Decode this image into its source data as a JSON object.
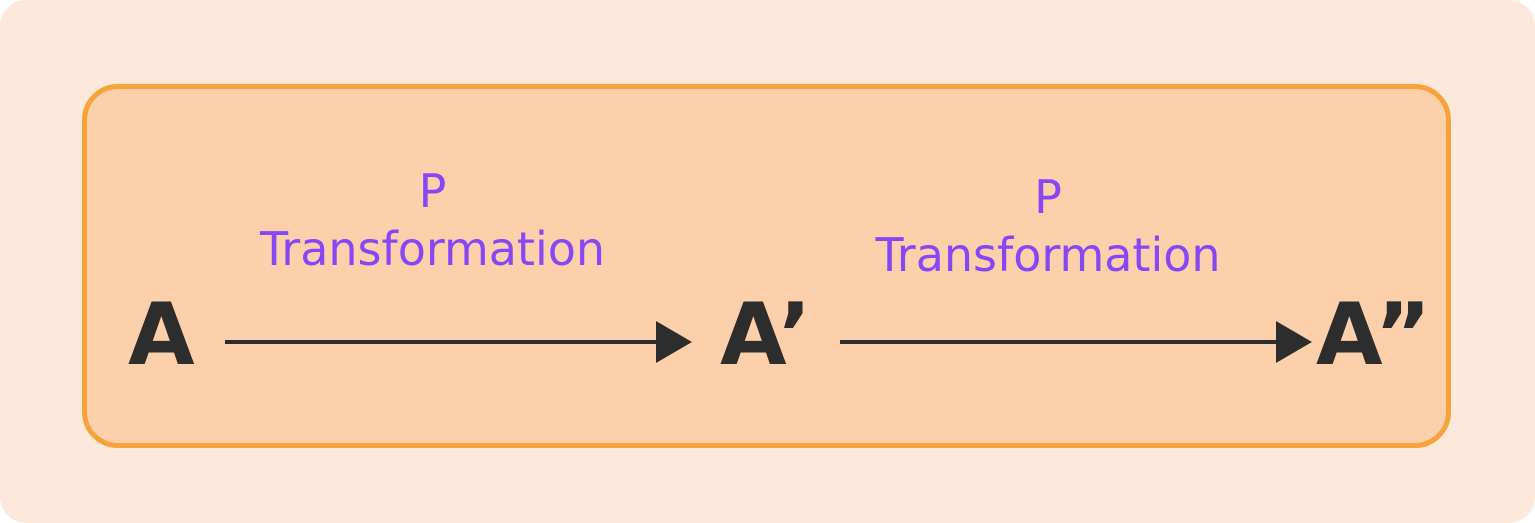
{
  "diagram": {
    "nodes": [
      {
        "label": "A"
      },
      {
        "label": "A’"
      },
      {
        "label": "A”"
      }
    ],
    "edges": [
      {
        "label_line1": "P",
        "label_line2": "Transformation"
      },
      {
        "label_line1": "P",
        "label_line2": "Transformation"
      }
    ]
  },
  "colors": {
    "outer_background": "#fce9dc",
    "panel_fill": "#fbd0aa",
    "panel_border": "#f6a33c",
    "node_text": "#2d2d2d",
    "edge_label_text": "#8847f5",
    "arrow": "#2d2d2d"
  }
}
